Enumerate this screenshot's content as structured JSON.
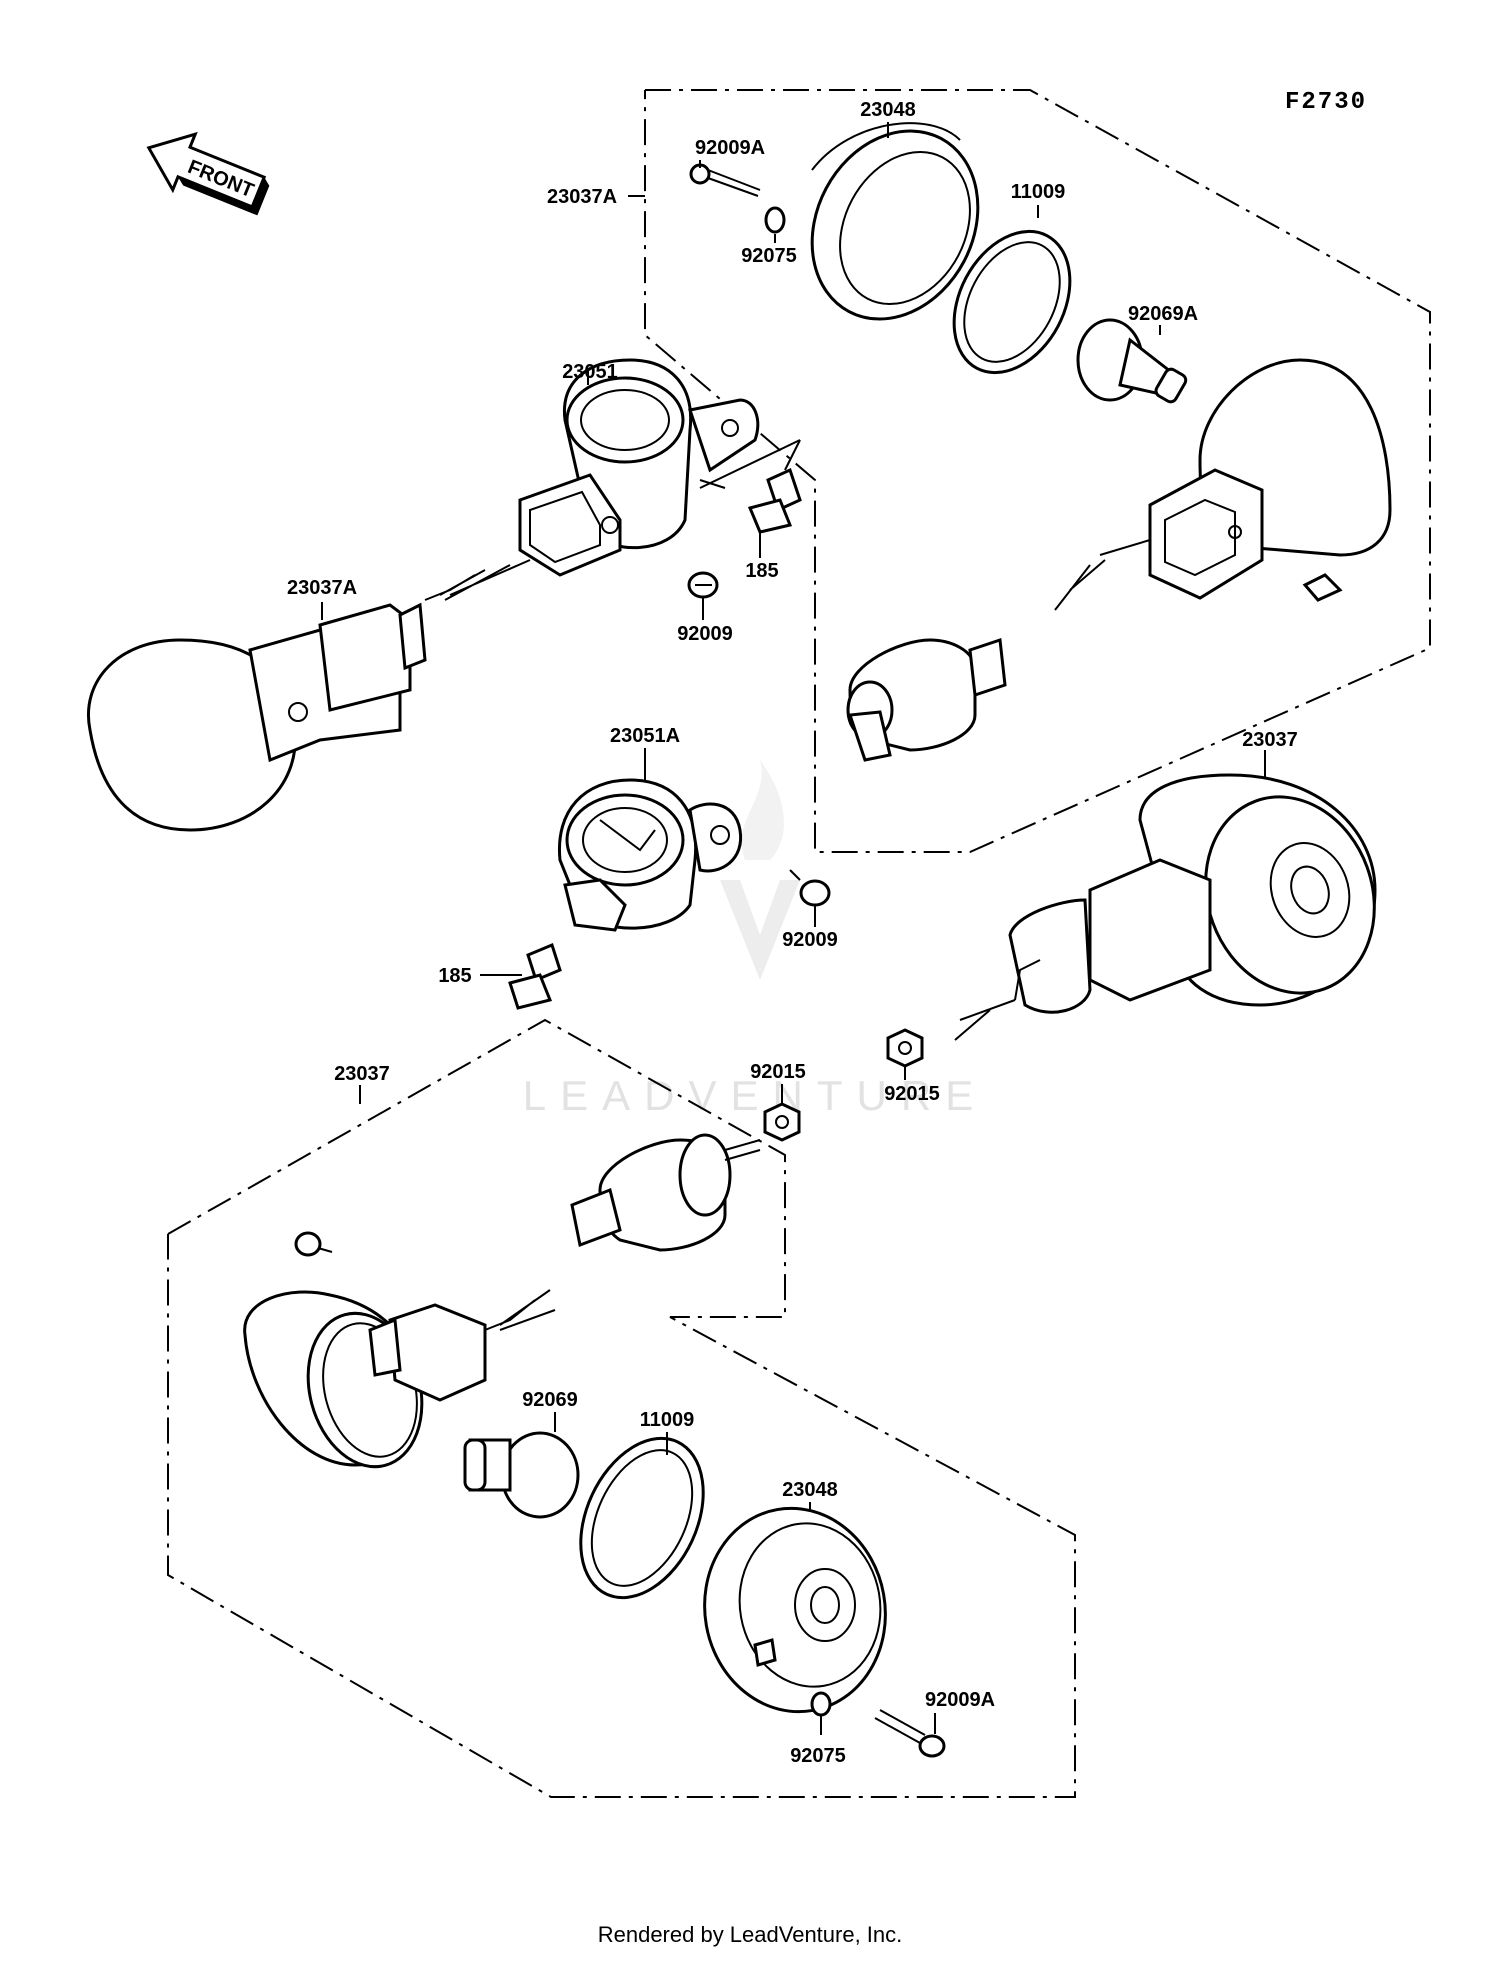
{
  "figure_id": "F2730",
  "front_label": "FRONT",
  "watermark": "LEADVENTURE",
  "footer": "Rendered by LeadVenture, Inc.",
  "callouts": [
    {
      "id": "c1",
      "text": "23048"
    },
    {
      "id": "c2",
      "text": "92009A"
    },
    {
      "id": "c3",
      "text": "23037A"
    },
    {
      "id": "c4",
      "text": "11009"
    },
    {
      "id": "c5",
      "text": "92075"
    },
    {
      "id": "c6",
      "text": "92069A"
    },
    {
      "id": "c7",
      "text": "23051"
    },
    {
      "id": "c8",
      "text": "185"
    },
    {
      "id": "c9",
      "text": "23037A"
    },
    {
      "id": "c10",
      "text": "92009"
    },
    {
      "id": "c11",
      "text": "23051A"
    },
    {
      "id": "c12",
      "text": "23037"
    },
    {
      "id": "c13",
      "text": "92009"
    },
    {
      "id": "c14",
      "text": "185"
    },
    {
      "id": "c15",
      "text": "92015"
    },
    {
      "id": "c16",
      "text": "23037"
    },
    {
      "id": "c17",
      "text": "92015"
    },
    {
      "id": "c18",
      "text": "92069"
    },
    {
      "id": "c19",
      "text": "11009"
    },
    {
      "id": "c20",
      "text": "23048"
    },
    {
      "id": "c21",
      "text": "92009A"
    },
    {
      "id": "c22",
      "text": "92075"
    }
  ]
}
